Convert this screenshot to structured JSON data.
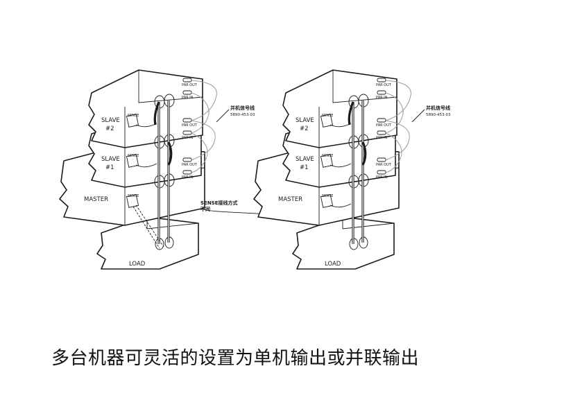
{
  "labels": {
    "slave2_line1": "SLAVE",
    "slave2_line2": "#2",
    "slave1_line1": "SLAVE",
    "slave1_line2": "#1",
    "master": "MASTER",
    "load": "LOAD",
    "sense": "SENSE",
    "par_out": "PAR OUT",
    "par_in": "PAR IN"
  },
  "annotations": {
    "parallel_cable_title": "并机信号线",
    "parallel_cable_part": "5890-453-03",
    "sense_diff_line1": "SENSE接线方式",
    "sense_diff_line2": "不同"
  },
  "caption": "多台机器可灵活的设置为单机输出或并联输出"
}
